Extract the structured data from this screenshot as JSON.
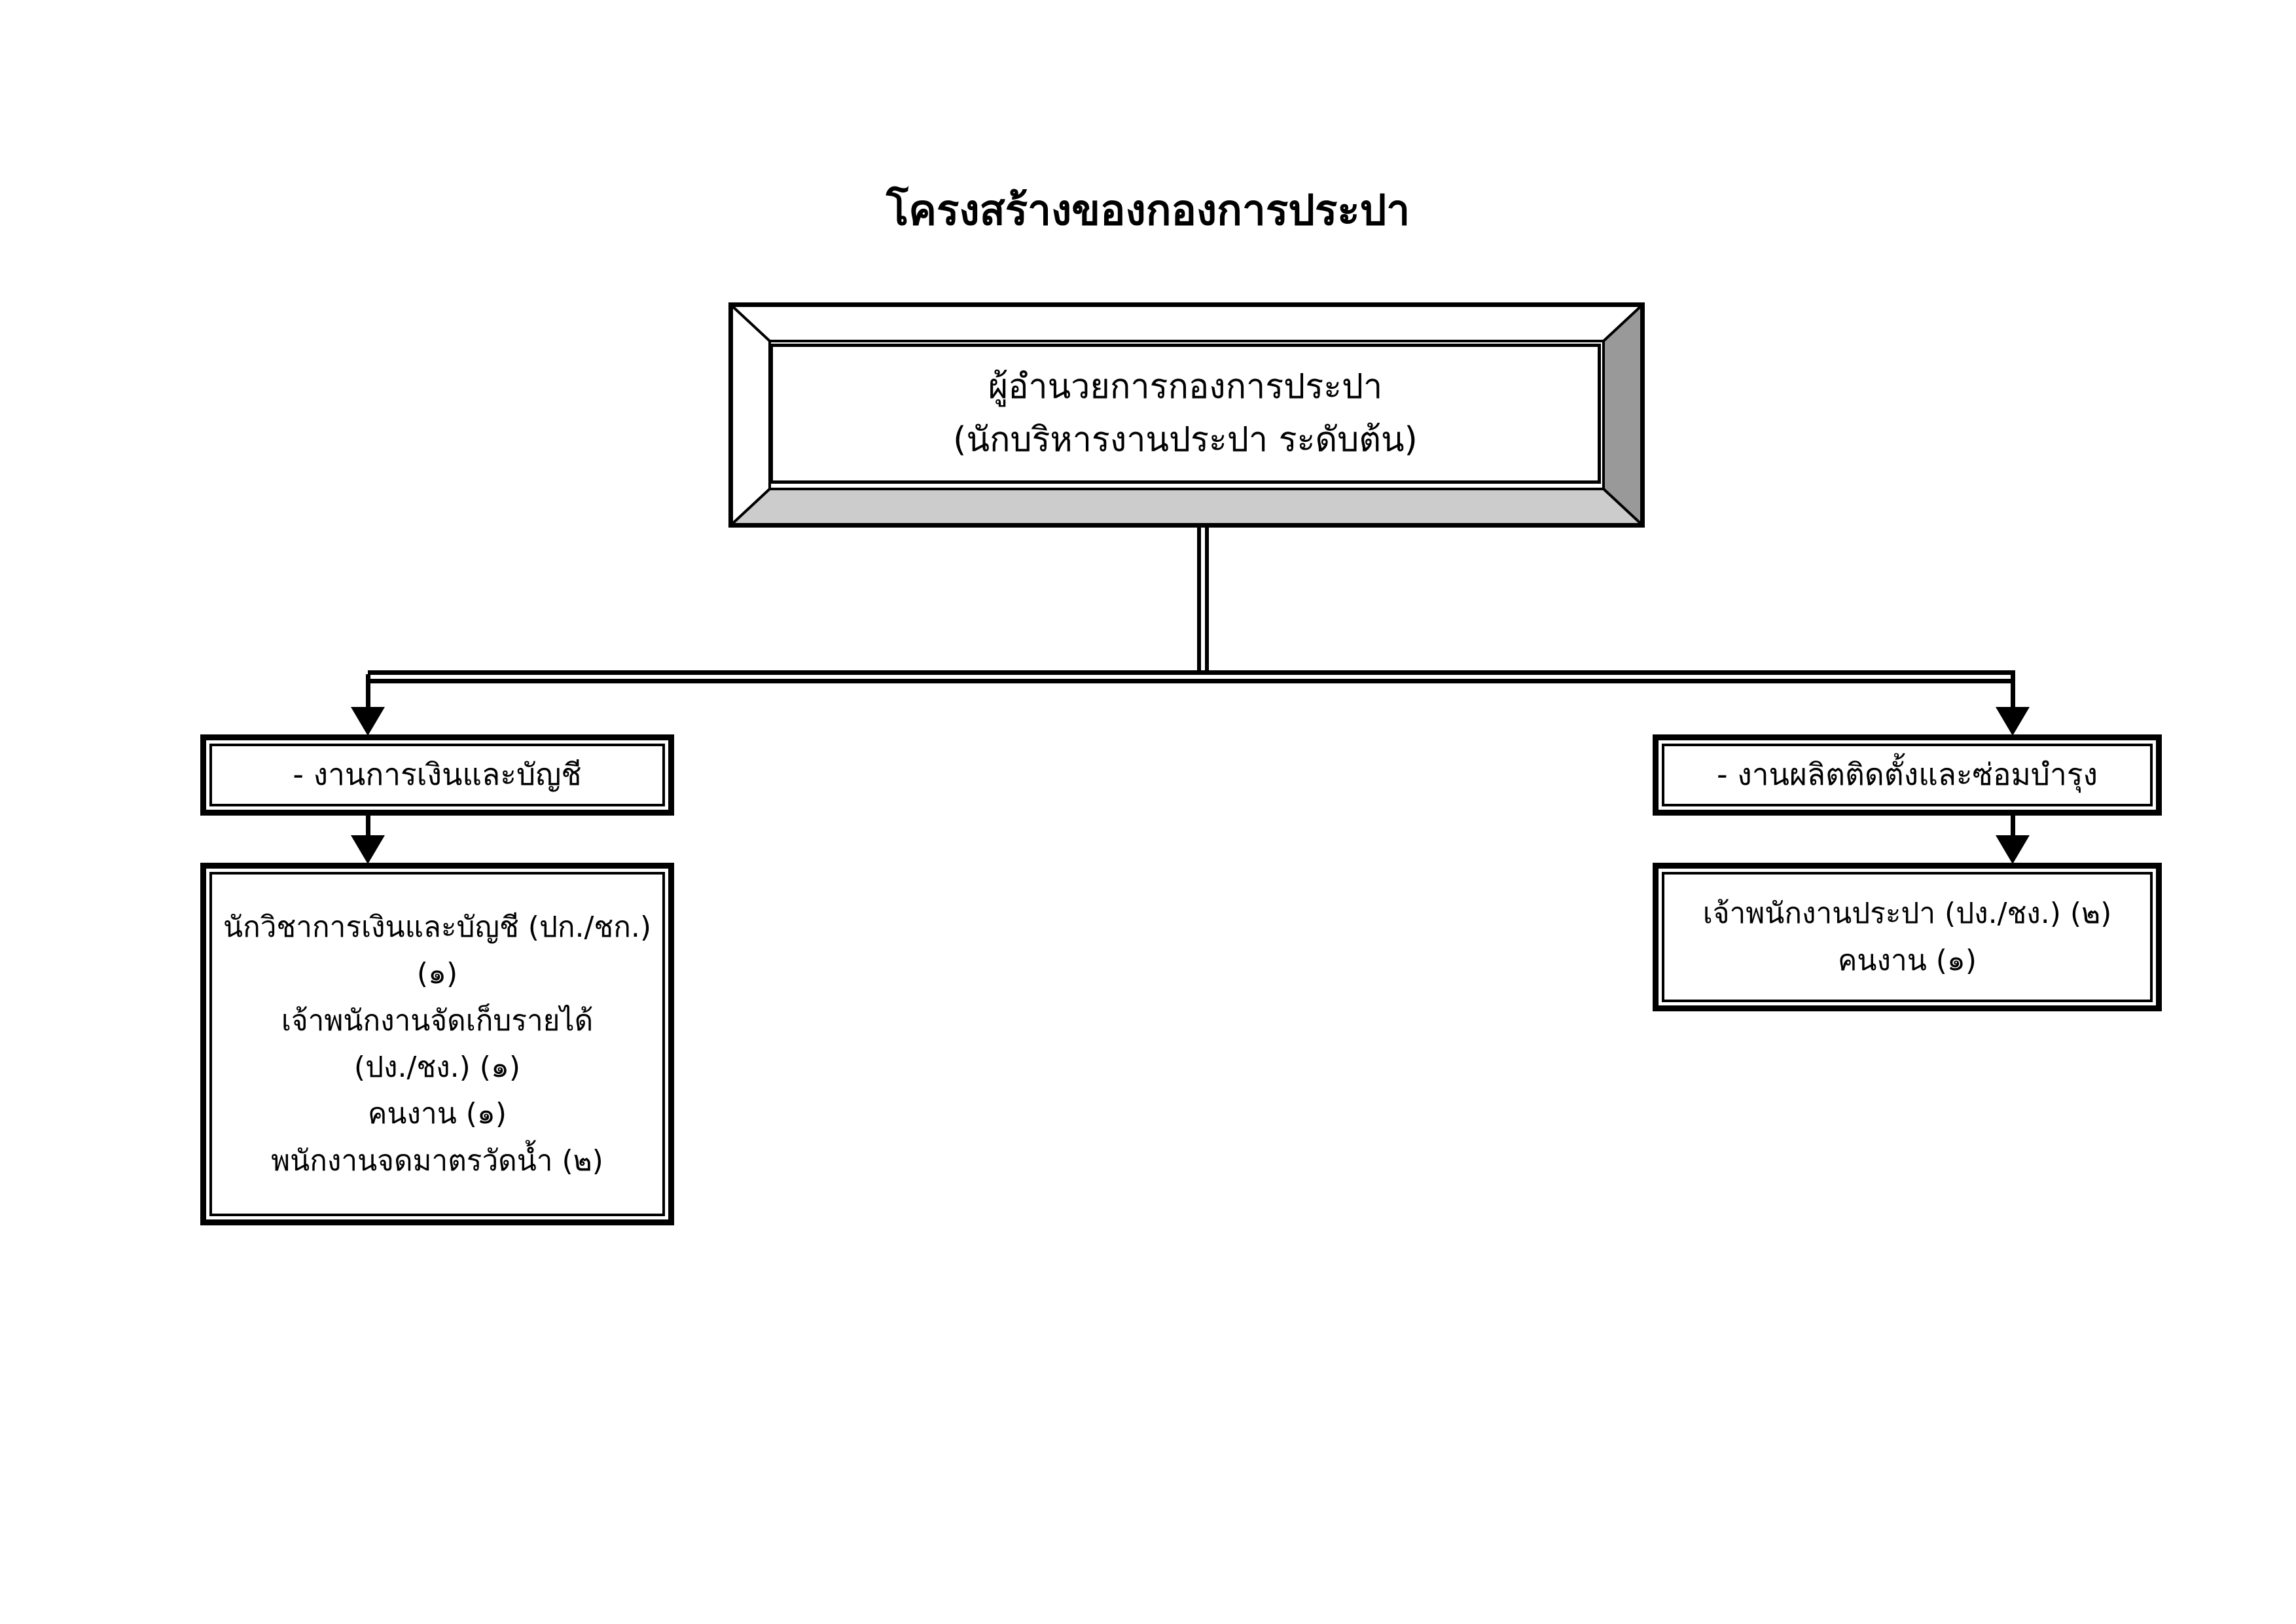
{
  "document": {
    "title": "โครงสร้างของกองการประปา",
    "background_color": "#ffffff",
    "line_color": "#000000"
  },
  "colors": {
    "bevel_right": "#999999",
    "bevel_bottom": "#cccccc",
    "bevel_left": "#ffffff",
    "bevel_top": "#ffffff",
    "stroke": "#000000",
    "fill": "#ffffff"
  },
  "org_chart": {
    "root": {
      "name": "director-box",
      "lines": [
        "ผู้อำนวยการกองการประปา",
        "(นักบริหารงานประปา ระดับต้น)"
      ]
    },
    "divisions": [
      {
        "name": "finance-accounting",
        "unit_label": "- งานการเงินและบัญชี",
        "staff": [
          "นักวิชาการเงินและบัญชี (ปก./ชก.)",
          "(๑)",
          "เจ้าพนักงานจัดเก็บรายได้",
          "(ปง./ชง.) (๑)",
          "คนงาน (๑)",
          "พนักงานจดมาตรวัดน้ำ (๒)"
        ]
      },
      {
        "name": "production-maintenance",
        "unit_label": "- งานผลิตติดตั้งและซ่อมบำรุง",
        "staff": [
          "เจ้าพนักงานประปา (ปง./ชง.) (๒)",
          "คนงาน  (๑)"
        ]
      }
    ]
  }
}
